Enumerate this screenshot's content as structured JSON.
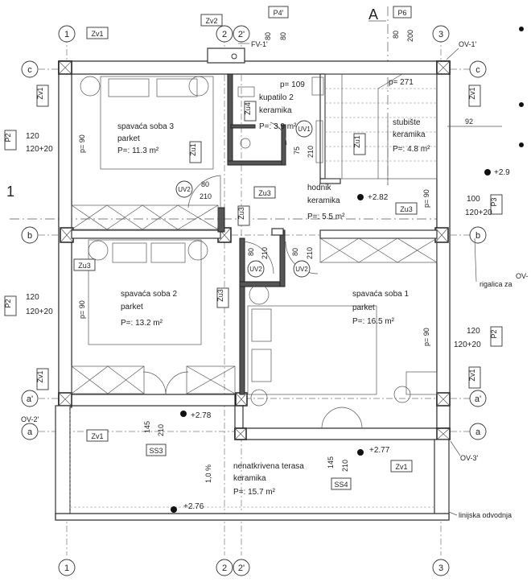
{
  "axes": {
    "top": [
      "1",
      "2",
      "2'",
      "3"
    ],
    "bottom": [
      "1",
      "2",
      "2'",
      "3"
    ],
    "left": [
      "c",
      "b",
      "a'",
      "a"
    ],
    "right": [
      "c",
      "b",
      "a'",
      "a"
    ],
    "section_left": "1",
    "section_top": "A"
  },
  "rooms": [
    {
      "name": "spavaća soba 3",
      "finish": "parket",
      "area": "P=: 11.3 m²"
    },
    {
      "name": "kupatilo 2",
      "finish": "keramika",
      "area": "P=: 3.9 m²"
    },
    {
      "name": "stubište",
      "finish": "keramika",
      "area": "P=: 4.8 m²"
    },
    {
      "name": "hodnik",
      "finish": "keramika",
      "area": "P=: 5.5 m²"
    },
    {
      "name": "spavaća soba 2",
      "finish": "parket",
      "area": "P=: 13.2 m²"
    },
    {
      "name": "spavaća soba 1",
      "finish": "parket",
      "area": "P=: 16.5 m²"
    },
    {
      "name": "nenatkrivena terasa",
      "finish": "keramika",
      "area": "P=: 15.7 m²"
    }
  ],
  "tags": {
    "zv1": "Zv1",
    "zv2": "Zv2",
    "zu1": "Zu1",
    "zu3": "Zu3",
    "zu4": "Zu4",
    "p4": "P4'",
    "p6": "P6",
    "p2": "P2",
    "p3": "P3",
    "ss3": "SS3",
    "ss4": "SS4"
  },
  "bubbles": {
    "uv1": "UV1",
    "uv2": "UV2"
  },
  "labels": {
    "fv1": "FV-1'",
    "ov1": "OV-1'",
    "ov2": "OV-2'",
    "ov3": "OV-3'",
    "ov_cut": "OV-",
    "rigalica": "rigalica za",
    "linijska": "linijska odvodnja",
    "slope": "1,0 %"
  },
  "dims": {
    "d80": "80",
    "d200": "200",
    "d120": "120",
    "d120_20": "120+20",
    "d210": "210",
    "d75": "75",
    "d145": "145",
    "d92": "92",
    "d100": "100",
    "p90": "p= 90",
    "p109": "p= 109",
    "p271": "p= 271"
  },
  "levels": {
    "l282": "+2.82",
    "l29": "+2.9",
    "l278": "+2.78",
    "l277": "+2.77",
    "l276": "+2.76"
  }
}
